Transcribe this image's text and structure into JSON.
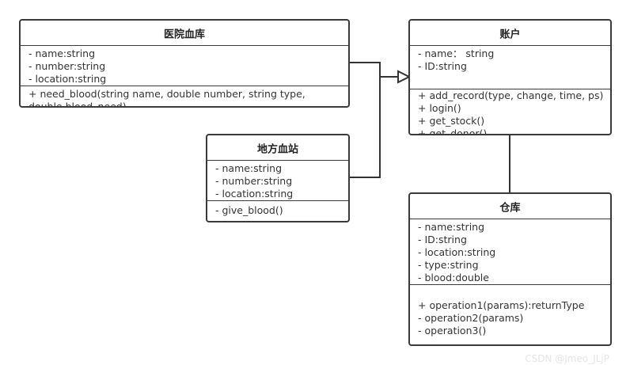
{
  "diagram": {
    "hospital": {
      "title": "医院血库",
      "attributes": [
        "- name:string",
        "- number:string",
        "- location:string"
      ],
      "operations": [
        "+ need_blood(string name, double number, string type, double blood_need)"
      ]
    },
    "account": {
      "title": "账户",
      "attributes": [
        "- name： string",
        "- ID:string"
      ],
      "operations": [
        "+ add_record(type, change, time, ps)",
        "+ login()",
        "+ get_stock()",
        "+ get_donor()"
      ]
    },
    "station": {
      "title": "地方血站",
      "attributes": [
        "- name:string",
        "- number:string",
        "- location:string"
      ],
      "operations": [
        "- give_blood()"
      ]
    },
    "warehouse": {
      "title": "仓库",
      "attributes": [
        "- name:string",
        "- ID:string",
        "- location:string",
        "- type:string",
        "- blood:double"
      ],
      "operations": [
        "",
        "+ operation1(params):returnType",
        "- operation2(params)",
        "- operation3()"
      ]
    }
  },
  "watermark": "CSDN @Jmeo_JLjP"
}
